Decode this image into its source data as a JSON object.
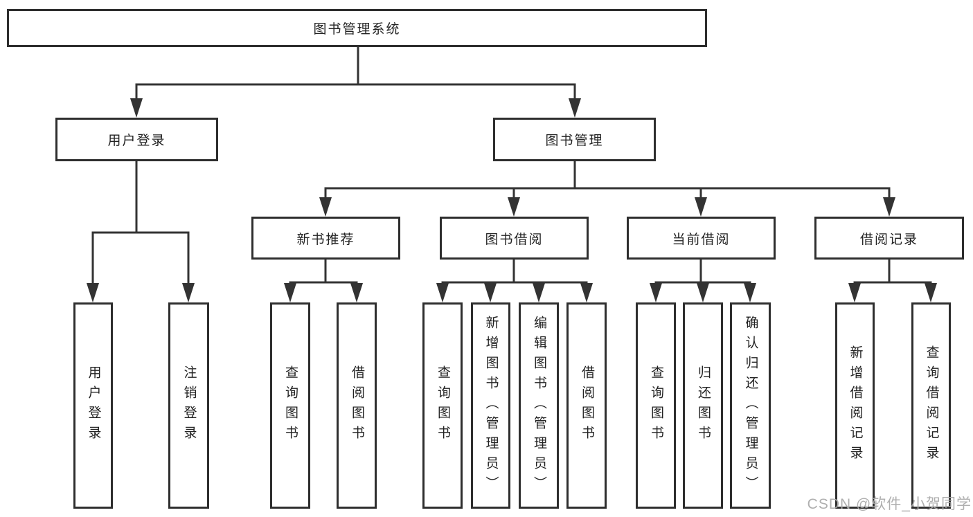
{
  "root": {
    "label": "图书管理系统"
  },
  "user_login": {
    "label": "用户登录",
    "leaves": [
      "用户登录",
      "注销登录"
    ]
  },
  "book_management": {
    "label": "图书管理",
    "sections": {
      "new_books": {
        "label": "新书推荐",
        "leaves": [
          "查询图书",
          "借阅图书"
        ]
      },
      "book_borrow": {
        "label": "图书借阅",
        "leaves": [
          "查询图书",
          "新增图书（管理员）",
          "编辑图书（管理员）",
          "借阅图书"
        ]
      },
      "current_borrow": {
        "label": "当前借阅",
        "leaves": [
          "查询图书",
          "归还图书",
          "确认归还（管理员）"
        ]
      },
      "borrow_records": {
        "label": "借阅记录",
        "leaves": [
          "新增借阅记录",
          "查询借阅记录"
        ]
      }
    }
  },
  "watermark": "CSDN @软件_小贺同学",
  "colors": {
    "line": "#333333",
    "box_border": "#2e2e2e",
    "text": "#222222",
    "watermark_text": "#a9a9a9",
    "background": "#ffffff"
  }
}
